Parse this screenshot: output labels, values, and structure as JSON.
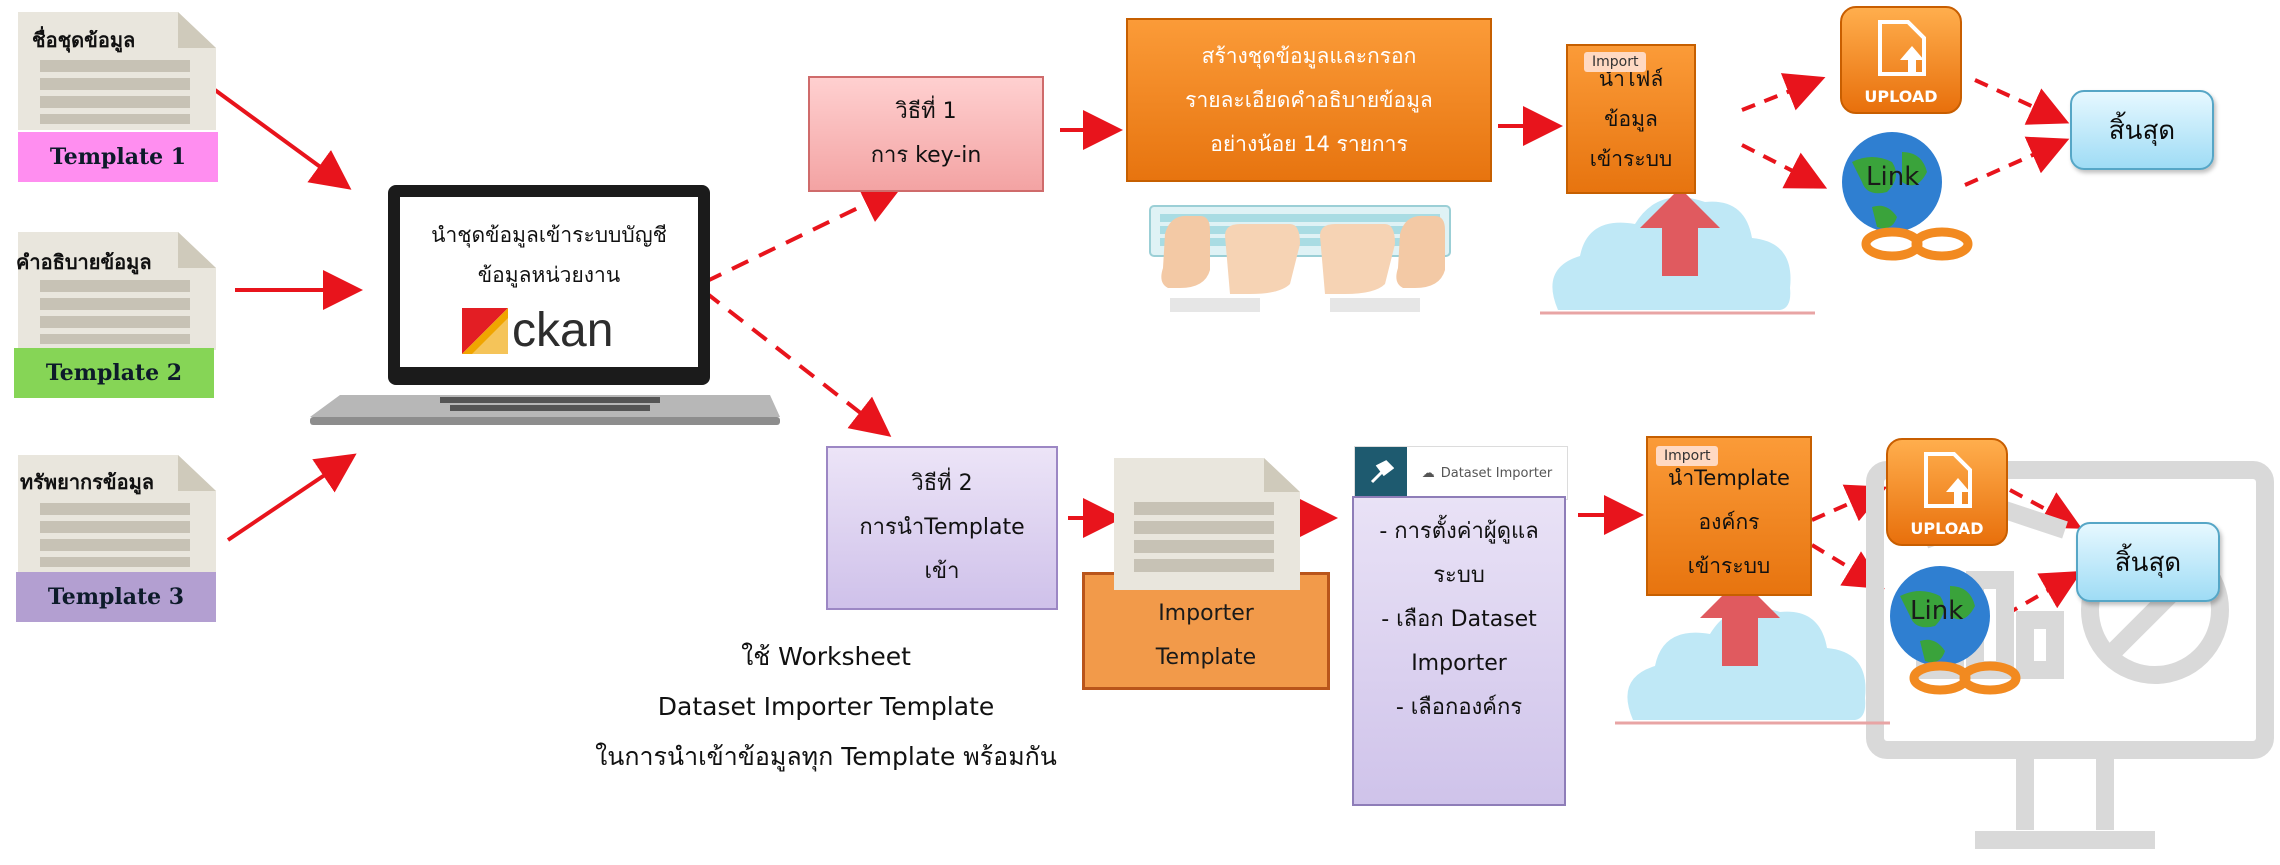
{
  "templates": [
    {
      "doc_label": "ชื่อชุดข้อมูล",
      "label": "Template 1",
      "color": "#ff8ef0"
    },
    {
      "doc_label": "คำอธิบายข้อมูล",
      "label": "Template 2",
      "color": "#86d556"
    },
    {
      "doc_label": "ทรัพยากรข้อมูล",
      "label": "Template 3",
      "color": "#b39fd1"
    }
  ],
  "laptop": {
    "line1": "นำชุดข้อมูลเข้าระบบบัญชี",
    "line2": "ข้อมูลหน่วยงาน",
    "logo_text": "ckan"
  },
  "method1": {
    "line1": "วิธีที่ 1",
    "line2": "การ key-in"
  },
  "create_box": {
    "line1": "สร้างชุดข้อมูลและกรอก",
    "line2": "รายละเอียดคำอธิบายข้อมูล",
    "line3": "อย่างน้อย 14 รายการ"
  },
  "import_top": {
    "tag": "Import",
    "line1": "นำไฟล์",
    "line2": "ข้อมูล",
    "line3": "เข้าระบบ"
  },
  "upload_label": "UPLOAD",
  "link_label": "Link",
  "end_label": "สิ้นสุด",
  "method2": {
    "line1": "วิธีที่ 2",
    "line2": "การนำTemplate",
    "line3": "เข้า"
  },
  "importer_template": {
    "line1": "Importer",
    "line2": "Template"
  },
  "dataset_importer": {
    "header": "Dataset Importer",
    "lines": [
      "- การตั้งค่าผู้ดูแล",
      "ระบบ",
      "- เลือก Dataset",
      "Importer",
      "- เลือกองค์กร"
    ]
  },
  "import_bottom": {
    "tag": "Import",
    "line1": "นำTemplate",
    "line2": "องค์กร",
    "line3": "เข้าระบบ"
  },
  "caption": {
    "line1": "ใช้ Worksheet",
    "line2": "Dataset Importer Template",
    "line3": "ในการนำเข้าข้อมูลทุก Template พร้อมกัน"
  },
  "colors": {
    "arrow": "#e8141c",
    "orange": "#f28a20",
    "cloud": "#bfe8f6",
    "upload_arrow": "#e05a5f"
  }
}
